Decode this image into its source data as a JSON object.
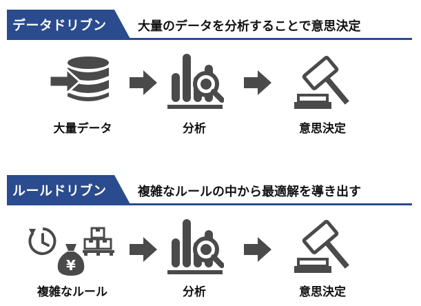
{
  "sections": [
    {
      "tag": "データドリブン",
      "description": "大量のデータを分析することで意思決定",
      "steps": [
        "大量データ",
        "分析",
        "意思決定"
      ]
    },
    {
      "tag": "ルールドリブン",
      "description": "複雑なルールの中から最適解を導き出す",
      "steps": [
        "複雑なルール",
        "分析",
        "意思決定"
      ]
    }
  ],
  "icons": {
    "row1": [
      "database-in-icon",
      "arrow-right-icon",
      "chart-magnifier-icon",
      "arrow-right-icon",
      "gavel-icon"
    ],
    "row2": [
      "clock-icon",
      "money-bag-yen-icon",
      "boxes-icon",
      "arrow-right-icon",
      "chart-magnifier-icon",
      "arrow-right-icon",
      "gavel-icon"
    ]
  },
  "yen_symbol": "¥",
  "colors": {
    "accent": "#2a4b8d",
    "icon": "#4a4a4a"
  }
}
